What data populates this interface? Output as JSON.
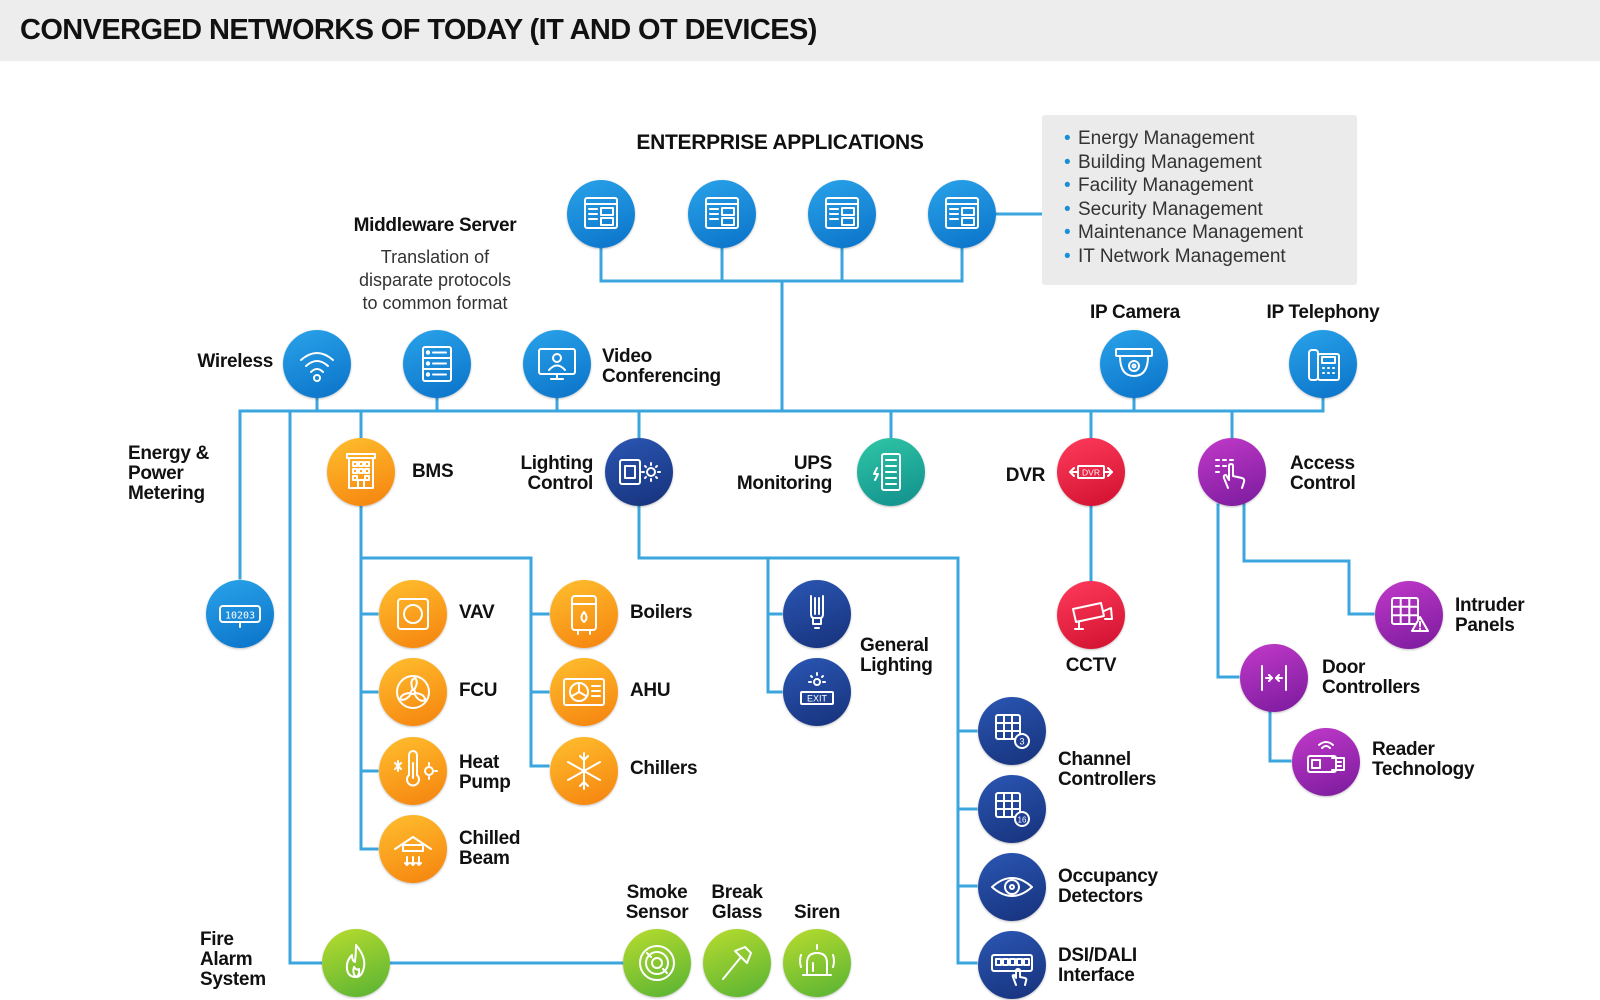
{
  "title": "CONVERGED NETWORKS OF TODAY (IT AND OT DEVICES)",
  "enterprise": {
    "heading": "ENTERPRISE APPLICATIONS",
    "applications": [
      "Energy Management",
      "Building Management",
      "Facility Management",
      "Security Management",
      "Maintenance Management",
      "IT Network Management"
    ]
  },
  "middleware": {
    "title": "Middleware Server",
    "description": "Translation of\ndisparate protocols\nto common format"
  },
  "labels": {
    "wireless": "Wireless",
    "video": "Video\nConferencing",
    "ip_camera": "IP Camera",
    "ip_telephony": "IP Telephony",
    "energy": "Energy &\nPower\nMetering",
    "meter_reading": "10203",
    "bms": "BMS",
    "lighting": "Lighting\nControl",
    "ups": "UPS\nMonitoring",
    "dvr": "DVR",
    "dvr_icon_text": "DVR",
    "access": "Access\nControl",
    "vav": "VAV",
    "fcu": "FCU",
    "heat_pump": "Heat\nPump",
    "chilled_beam": "Chilled\nBeam",
    "boilers": "Boilers",
    "ahu": "AHU",
    "chillers": "Chillers",
    "general_lighting": "General\nLighting",
    "exit_text": "EXIT",
    "channel": "Channel\nControllers",
    "channel_badge_1": "3",
    "channel_badge_2": "16",
    "occupancy": "Occupancy\nDetectors",
    "dali": "DSI/DALI\nInterface",
    "cctv": "CCTV",
    "intruder": "Intruder\nPanels",
    "door": "Door\nControllers",
    "reader": "Reader\nTechnology",
    "fire": "Fire\nAlarm\nSystem",
    "smoke": "Smoke\nSensor",
    "break_glass": "Break\nGlass",
    "siren": "Siren"
  },
  "icons": {
    "app": "application-window-icon",
    "wireless": "wifi-icon",
    "middleware": "server-icon",
    "video": "video-conference-monitor-icon",
    "camera": "dome-camera-icon",
    "telephony": "desk-phone-icon",
    "meter": "meter-counter-icon",
    "bms": "building-icon",
    "lighting": "light-switch-icon",
    "ups": "ups-panel-icon",
    "dvr": "dvr-icon",
    "access": "keypad-touch-icon",
    "vav": "vav-box-icon",
    "fcu": "fan-icon",
    "heat_pump": "thermometer-icon",
    "chilled_beam": "chilled-beam-icon",
    "boilers": "boiler-icon",
    "ahu": "air-handler-icon",
    "chillers": "snowflake-icon",
    "bulb": "bulb-icon",
    "exit": "exit-sign-icon",
    "grid": "grid-controller-icon",
    "eye": "eye-icon",
    "dali": "dali-keyboard-icon",
    "cctv": "cctv-camera-icon",
    "intruder": "intruder-panel-icon",
    "door": "door-controller-icon",
    "reader": "card-reader-icon",
    "fire": "flame-icon",
    "smoke": "smoke-sensor-icon",
    "break_glass": "hammer-icon",
    "siren": "siren-bell-icon"
  },
  "colors": {
    "line": "#3aa6dd",
    "blue": "#1a8fd6",
    "orange": "#f9a01b",
    "navy": "#1f3f94",
    "teal": "#1fae98",
    "red": "#e8193c",
    "purple": "#a02cb4",
    "green": "#8cc63f"
  }
}
